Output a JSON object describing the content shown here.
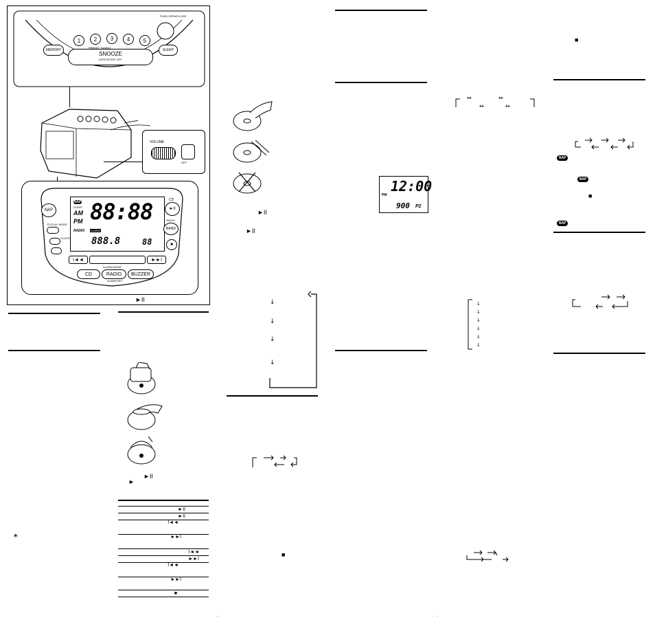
{
  "device": {
    "push_label": "PUSH OPEN/CLOSE",
    "top_buttons": [
      "1",
      "2",
      "3",
      "4",
      "5"
    ],
    "snooze_label": "SNOOZE",
    "snooze_sub": "DATE/SLEEP OFF",
    "preset_label": "PRESET TUNING",
    "left_button": "MEMORY",
    "right_button": "SLEEP",
    "volume_label": "VOLUME",
    "switch_label": "OFF",
    "nap_button": "NAP",
    "cd_label": "CD",
    "play_pause_glyph": "►II",
    "radio_label": "RADIO",
    "band_label": "BAND",
    "stop_glyph": "■",
    "cd_play_mode": "CD PLAY MODE",
    "clock_label": "CLOCK",
    "lcd_time": "88:88",
    "lcd_small": "888.8",
    "lcd_small2": "88",
    "lcd_am": "AM",
    "lcd_pm": "PM",
    "lcd_alarm": "ALARM",
    "lcd_sleep": "SLEEP",
    "lcd_radio": "RADIO",
    "lcd_nap": "NAP",
    "skip_back": "I◄◄",
    "skip_fwd": "►►I",
    "alarm_mode": "ALARM MODE",
    "mode_cd": "CD",
    "mode_radio": "RADIO",
    "mode_buzzer": "BUZZER",
    "alarm_set": "ALARM SET"
  },
  "col2": {
    "play_pause": "►II",
    "play_arrow": "►"
  },
  "col3": {
    "play_pause_1": "►II",
    "play_pause_2": "►II",
    "stop": "■"
  },
  "display_example": {
    "time": "12:00",
    "pm": "PM",
    "preset": "900",
    "unit": "P2"
  },
  "col6": {
    "stop": "■",
    "nap": "NAP"
  },
  "table_glyphs": [
    "►II",
    "►II",
    "I◄◄",
    "►►I",
    "I◄◄",
    "►►I",
    "I◄◄",
    "►►I",
    "■"
  ],
  "note_mark": "∗",
  "page_marks": [
    "-",
    "-"
  ]
}
